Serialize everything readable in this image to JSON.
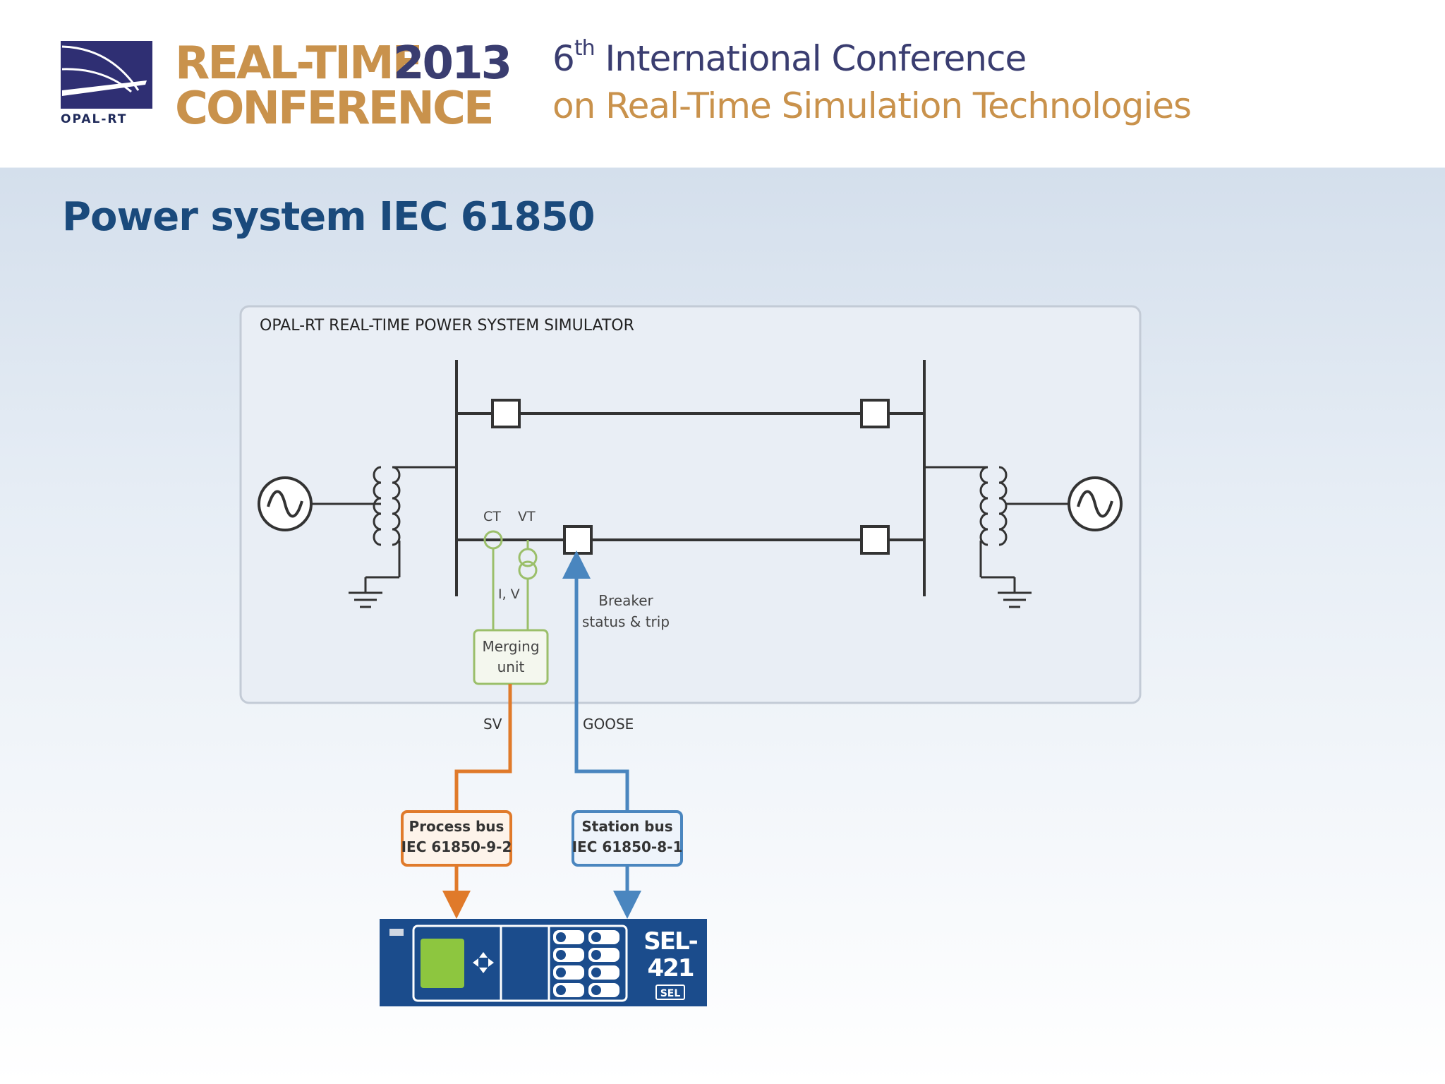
{
  "header": {
    "conference_line1_word": "REAL-TIME",
    "conference_year": "2013",
    "conference_line2": "CONFERENCE",
    "logo_text": "OPAL-RT",
    "subtitle_ordinal_number": "6",
    "subtitle_ordinal_suffix": "th",
    "subtitle_line1_rest": "International Conference",
    "subtitle_line2": "on Real-Time Simulation Technologies"
  },
  "slide": {
    "title": "Power system IEC 61850"
  },
  "diagram": {
    "simulator_title": "OPAL-RT REAL-TIME POWER SYSTEM SIMULATOR",
    "ct_label": "CT",
    "vt_label": "VT",
    "iv_label": "I, V",
    "breaker_label_line1": "Breaker",
    "breaker_label_line2": "status & trip",
    "merging_unit_line1": "Merging",
    "merging_unit_line2": "unit",
    "sv_label": "SV",
    "goose_label": "GOOSE",
    "process_bus_line1": "Process bus",
    "process_bus_line2": "IEC 61850-9-2",
    "station_bus_line1": "Station bus",
    "station_bus_line2": "IEC 61850-8-1",
    "relay_model_line1": "SEL-",
    "relay_model_line2": "421",
    "relay_badge": "SEL"
  },
  "colors": {
    "title_blue": "#1a4a7c",
    "brand_gold": "#c9924c",
    "brand_navy": "#3a3d70",
    "sv_orange": "#e07a2a",
    "goose_blue": "#4a86bf",
    "merging_green": "#9bbf6a",
    "relay_blue": "#1b4c8c",
    "relay_screen_green": "#8dc63f"
  }
}
